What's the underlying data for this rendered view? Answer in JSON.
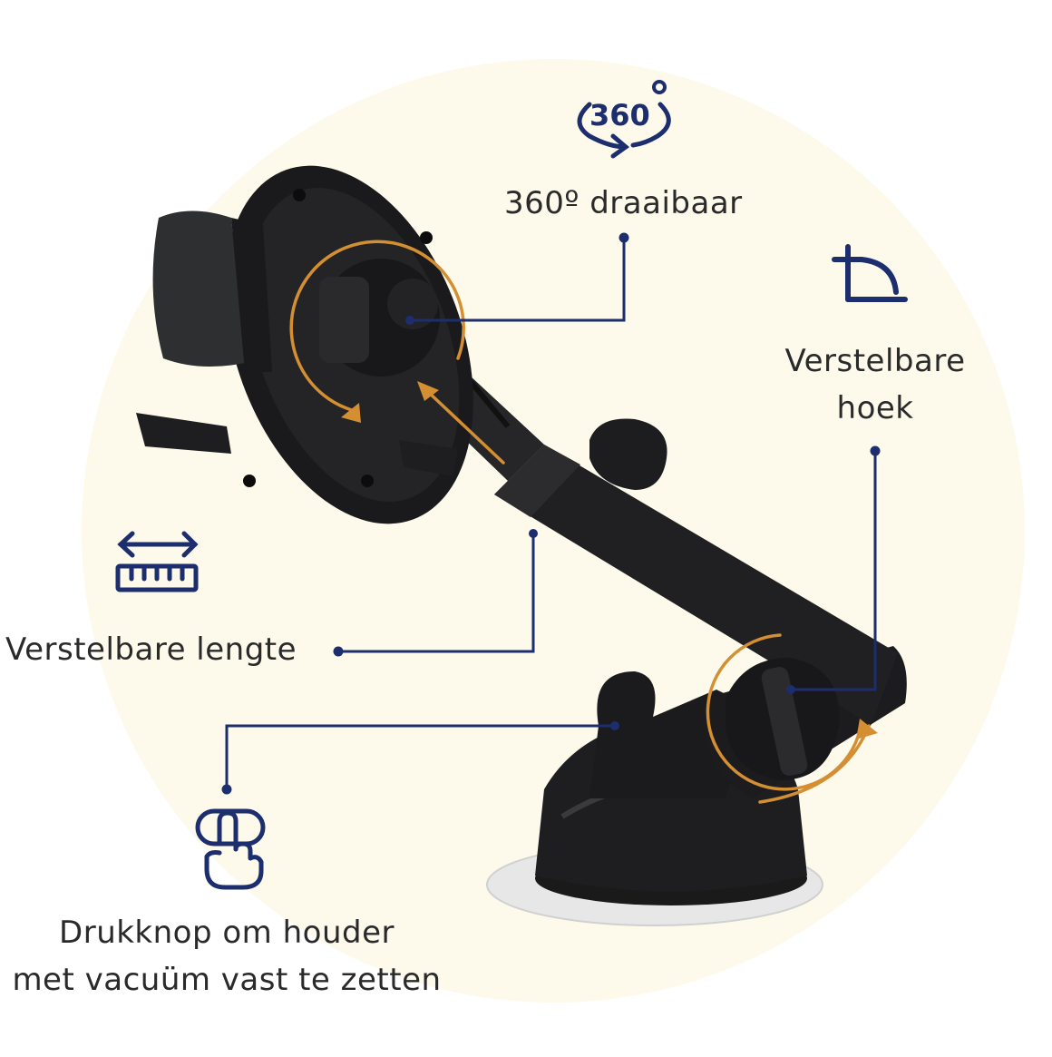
{
  "labels": {
    "rotate": "360º draaibaar",
    "angle_line1": "Verstelbare",
    "angle_line2": "hoek",
    "length": "Verstelbare lengte",
    "button_line1": "Drukknop om houder",
    "button_line2": "met vacuüm vast te zetten"
  },
  "icons": {
    "rotate": "rotate-360-icon",
    "angle": "angle-adjust-icon",
    "length": "ruler-length-icon",
    "button": "press-button-hand-icon",
    "rotate_icon_text": "360"
  },
  "colors": {
    "background_circle": "#fdfaeb",
    "navy": "#1c2e6e",
    "orange": "#d48f32",
    "product_dark": "#1c1c1e"
  }
}
